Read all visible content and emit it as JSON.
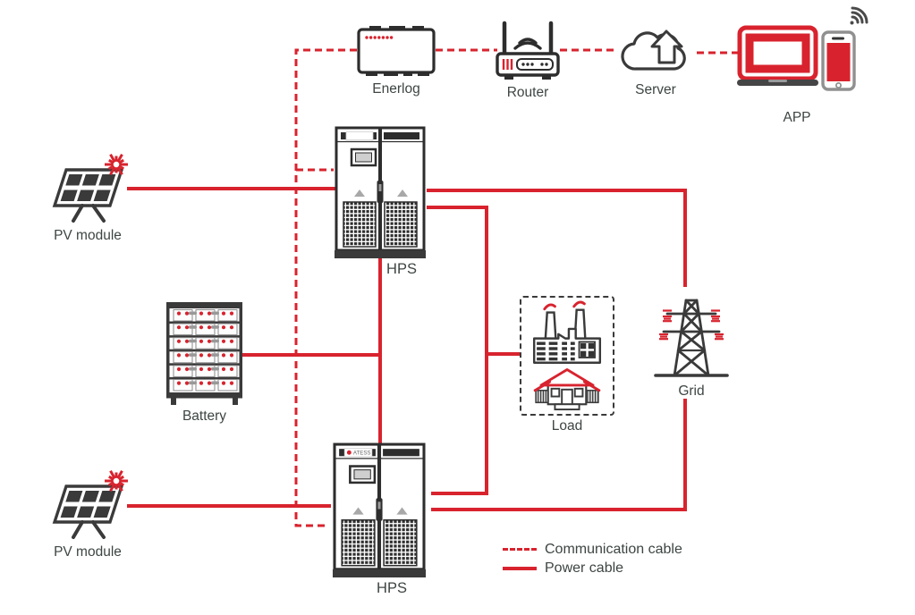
{
  "diagram": {
    "nodes": {
      "pv_top": {
        "label": "PV module"
      },
      "pv_bottom": {
        "label": "PV module"
      },
      "battery": {
        "label": "Battery"
      },
      "hps_top": {
        "label": "HPS"
      },
      "hps_bottom": {
        "label": "HPS",
        "logo": "ATESS"
      },
      "enerlog": {
        "label": "Enerlog"
      },
      "router": {
        "label": "Router"
      },
      "server": {
        "label": "Server"
      },
      "app": {
        "label": "APP"
      },
      "load": {
        "label": "Load"
      },
      "grid": {
        "label": "Grid"
      }
    },
    "legend": {
      "communication": "Communication cable",
      "power": "Power cable"
    },
    "colors": {
      "cable_red": "#d8232e",
      "icon_dark": "#3a3a3a",
      "label_text": "#3d4543"
    },
    "connections": [
      {
        "from": "Enerlog",
        "to": "Router",
        "type": "communication"
      },
      {
        "from": "Router",
        "to": "Server",
        "type": "communication"
      },
      {
        "from": "Server",
        "to": "APP",
        "type": "communication"
      },
      {
        "from": "Enerlog",
        "to": "HPS (top)",
        "type": "communication"
      },
      {
        "from": "Enerlog",
        "to": "HPS (bottom)",
        "type": "communication"
      },
      {
        "from": "PV module (top)",
        "to": "HPS (top)",
        "type": "power"
      },
      {
        "from": "PV module (bottom)",
        "to": "HPS (bottom)",
        "type": "power"
      },
      {
        "from": "Battery",
        "to": "HPS (top) and HPS (bottom)",
        "type": "power"
      },
      {
        "from": "HPS (top)",
        "to": "Grid",
        "type": "power"
      },
      {
        "from": "HPS (top)",
        "to": "Load",
        "type": "power"
      },
      {
        "from": "HPS (bottom)",
        "to": "Load",
        "type": "power"
      },
      {
        "from": "HPS (bottom)",
        "to": "Grid",
        "type": "power"
      }
    ]
  }
}
